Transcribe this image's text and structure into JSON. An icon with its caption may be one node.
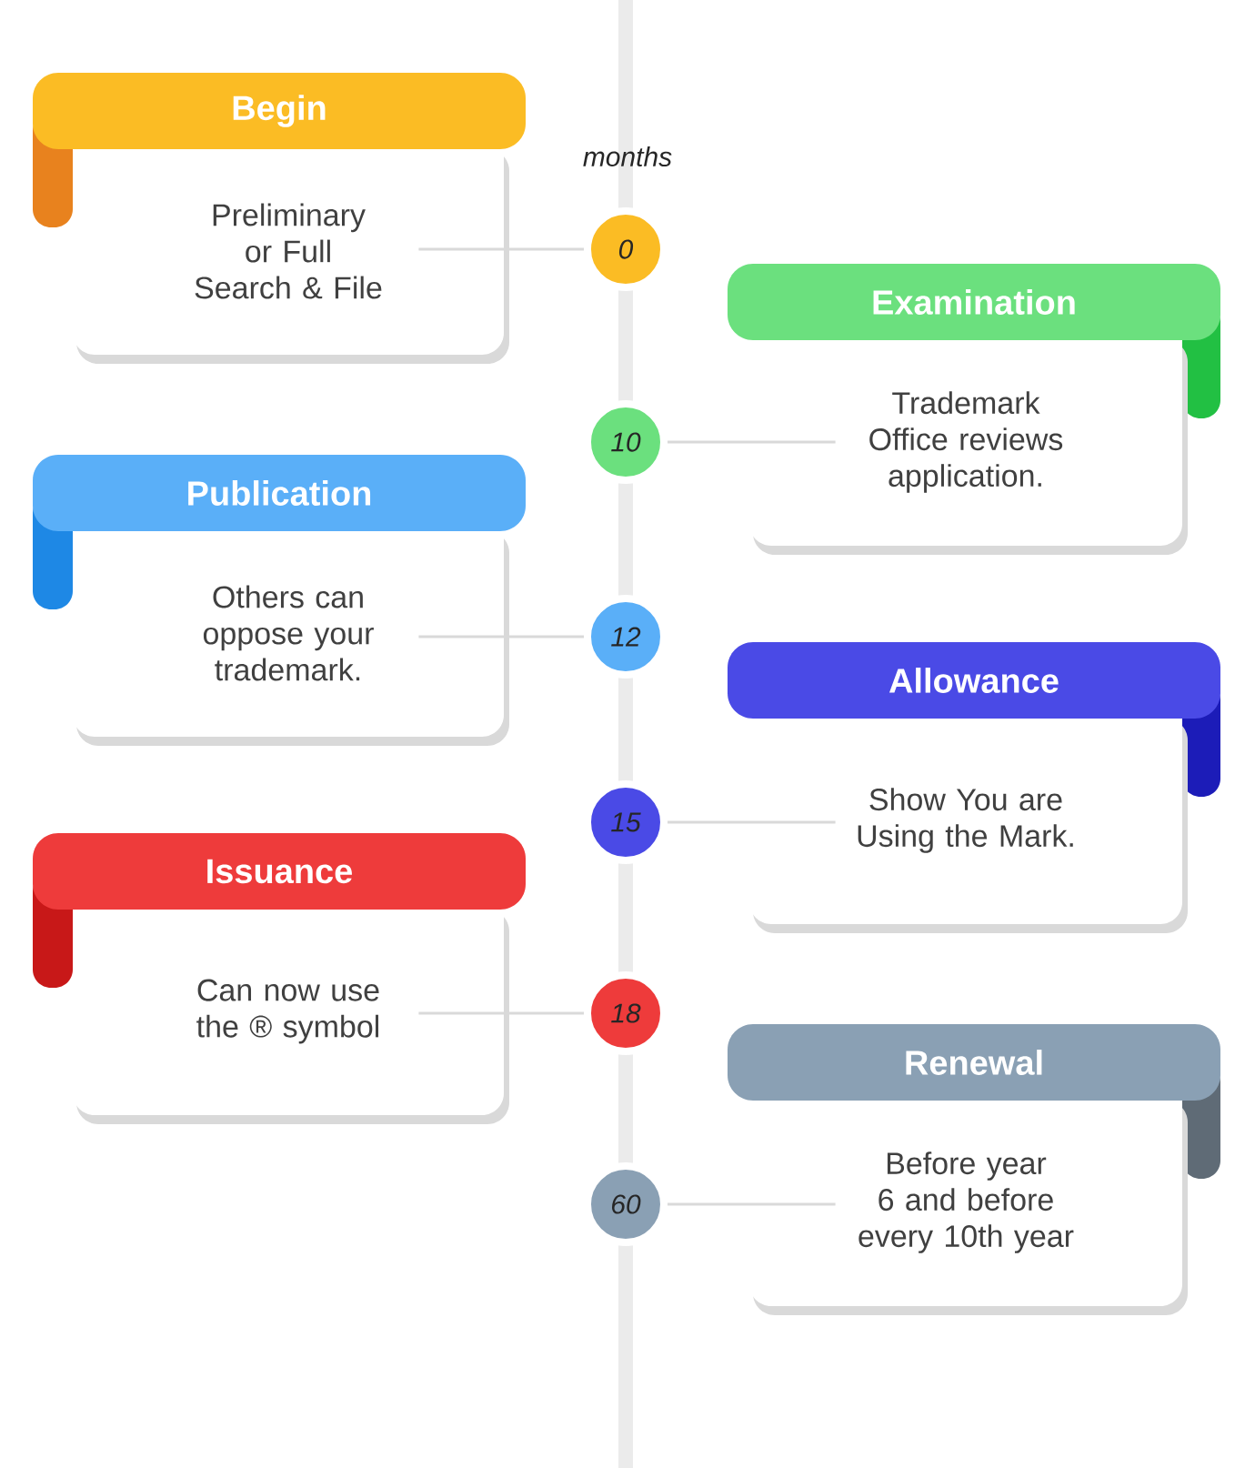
{
  "diagram": {
    "nodes": [
      {
        "text": [
          "Begin",
          "Preliminary or Full Search & File"
        ]
      },
      {
        "text": [
          "0"
        ]
      },
      {
        "text": [
          "Examination",
          "Trademark Office reviews application."
        ]
      },
      {
        "text": [
          "10"
        ]
      },
      {
        "text": [
          "Publication",
          "Others can oppose your trademark."
        ]
      },
      {
        "text": [
          "12"
        ]
      },
      {
        "text": [
          "Allowance",
          "Show You are Using the Mark."
        ]
      },
      {
        "text": [
          "15"
        ]
      },
      {
        "text": [
          "Issuance",
          "Can now use the ® symbol"
        ]
      },
      {
        "text": [
          "18"
        ]
      },
      {
        "text": [
          "Renewal",
          "Before year 6 and before every 10th year"
        ]
      },
      {
        "text": [
          "60"
        ]
      }
    ],
    "edges": [
      {
        "from": 0,
        "to": 1,
        "arrow": "none"
      },
      {
        "from": 2,
        "to": 3,
        "arrow": "none"
      },
      {
        "from": 4,
        "to": 5,
        "arrow": "none"
      },
      {
        "from": 6,
        "to": 7,
        "arrow": "none"
      },
      {
        "from": 8,
        "to": 9,
        "arrow": "none"
      },
      {
        "from": 10,
        "to": 11,
        "arrow": "none"
      }
    ],
    "labels": [
      "months"
    ]
  }
}
